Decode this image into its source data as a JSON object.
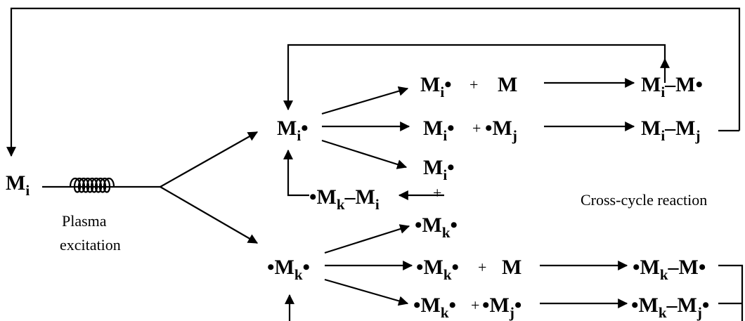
{
  "nodes": {
    "mi_start": {
      "main": "M",
      "sub": "i"
    },
    "mi_rad": {
      "main": "M",
      "sub": "i",
      "post": "•"
    },
    "mk_birad": {
      "pre": "•",
      "main": "M",
      "sub": "k",
      "post": "•"
    },
    "r1_left": {
      "main": "M",
      "sub": "i",
      "post": "•"
    },
    "r1_mono": "M",
    "r1_right": {
      "main": "M",
      "sub": "i",
      "post": "–M•"
    },
    "r2_left": {
      "main": "M",
      "sub": "i",
      "post": "•"
    },
    "r2_mono": {
      "pre": "•",
      "main": "M",
      "sub": "j"
    },
    "r2_right": {
      "main": "M",
      "sub": "i",
      "mid": "–M",
      "sub2": "j"
    },
    "r3_top": {
      "main": "M",
      "sub": "i",
      "post": "•"
    },
    "r3_bottom": {
      "pre": "•",
      "main": "M",
      "sub": "k",
      "mid": "–M",
      "sub2": "i"
    },
    "k1": {
      "pre": "•",
      "main": "M",
      "sub": "k",
      "post": "•"
    },
    "k2_left": {
      "pre": "•",
      "main": "M",
      "sub": "k",
      "post": "•"
    },
    "k2_mono": "M",
    "k2_right": {
      "pre": "•",
      "main": "M",
      "sub": "k",
      "post": "–M•"
    },
    "k3_left": {
      "pre": "•",
      "main": "M",
      "sub": "k",
      "post": "•"
    },
    "k3_mono": {
      "pre": "•",
      "main": "M",
      "sub": "j",
      "post": "•"
    },
    "k3_right": {
      "pre": "•",
      "main": "M",
      "sub": "k",
      "mid": "–M",
      "sub2": "j",
      "post": "•"
    }
  },
  "operators": {
    "plus": "+"
  },
  "labels": {
    "plasma_line1": "Plasma",
    "plasma_line2": "excitation",
    "cross_cycle": "Cross-cycle reaction"
  }
}
